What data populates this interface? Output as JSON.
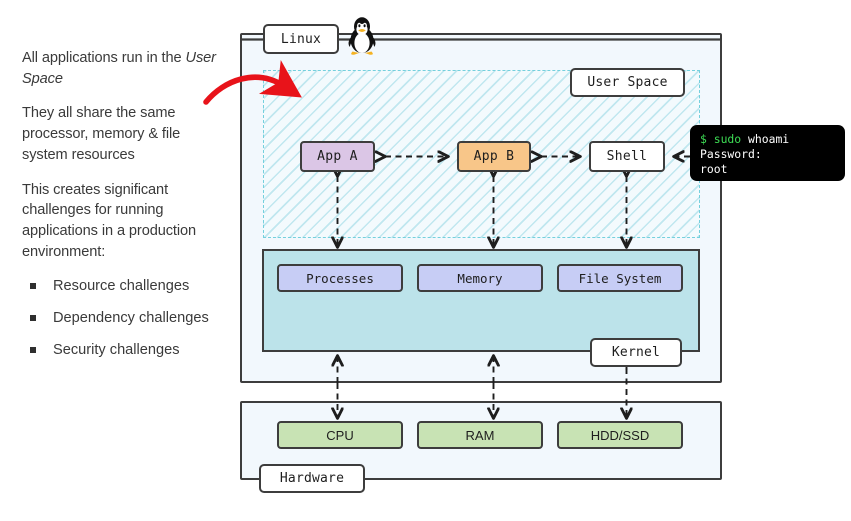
{
  "left_text": {
    "paragraphs": [
      {
        "id": "p1",
        "before": "All applications run in the ",
        "italic": "User Space",
        "after": ""
      },
      {
        "id": "p2",
        "before": "They all share the same processor, memory & file system resources",
        "italic": "",
        "after": ""
      },
      {
        "id": "p3",
        "before": "This creates significant challenges for running applications in a production environment:",
        "italic": "",
        "after": ""
      }
    ],
    "bullets": [
      "Resource challenges",
      "Dependency challenges",
      "Security challenges"
    ]
  },
  "diagram": {
    "outer_label": "Linux",
    "hardware_label": "Hardware",
    "userspace_label": "User Space",
    "kernel_label": "Kernel",
    "userspace_boxes": [
      {
        "label": "App A",
        "color": "#dbc6e6"
      },
      {
        "label": "App B",
        "color": "#f8c689"
      },
      {
        "label": "Shell",
        "color": "#ffffff"
      }
    ],
    "kernel_boxes": [
      {
        "label": "Processes",
        "color": "#c7cdf5"
      },
      {
        "label": "Memory",
        "color": "#c7cdf5"
      },
      {
        "label": "File System",
        "color": "#c7cdf5"
      }
    ],
    "hardware_boxes": [
      {
        "label": "CPU",
        "color": "#c8e3b4"
      },
      {
        "label": "RAM",
        "color": "#c8e3b4"
      },
      {
        "label": "HDD/SSD",
        "color": "#c8e3b4"
      }
    ],
    "terminal": {
      "prompt": "$",
      "command_privileged": "sudo",
      "command": "whoami",
      "line2": "Password:",
      "line3": "root"
    },
    "colors": {
      "userspace_fill": "#f3fafd",
      "userspace_border": "#74d0dd",
      "kernel_fill": "#bce3ea",
      "container_fill": "#f2f8fd",
      "stroke": "#3d3d3d",
      "highlight_arrow": "#e8131a",
      "terminal_bg": "#000000",
      "terminal_accent": "#3ddc54"
    },
    "tux_icon": "linux-penguin-icon",
    "callout_arrow": "red-curved-arrow"
  }
}
